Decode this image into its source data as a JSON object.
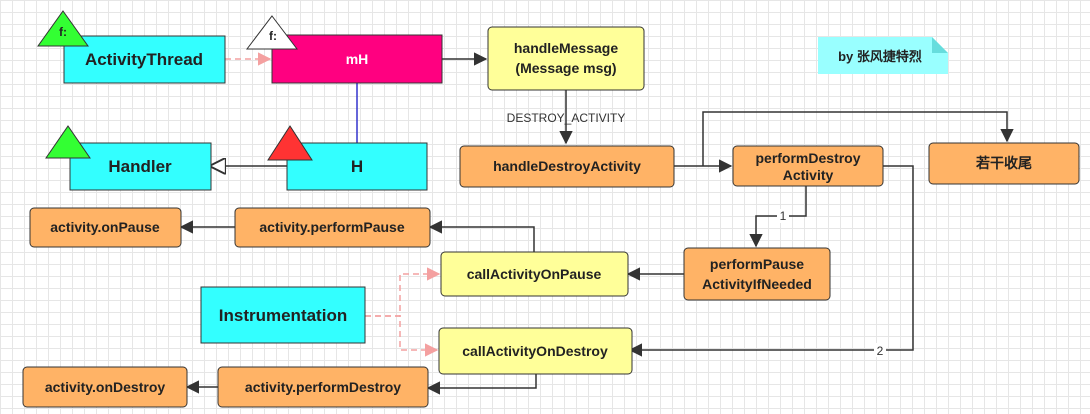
{
  "nodes": {
    "activity_thread": "ActivityThread",
    "mh": "mH",
    "handle_message_line1": "handleMessage",
    "handle_message_line2": "(Message msg)",
    "handler": "Handler",
    "h": "H",
    "handle_destroy_activity": "handleDestroyActivity",
    "perform_destroy_activity_line1": "performDestroy",
    "perform_destroy_activity_line2": "Activity",
    "cleanup": "若干收尾",
    "activity_on_pause": "activity.onPause",
    "activity_perform_pause": "activity.performPause",
    "call_activity_on_pause": "callActivityOnPause",
    "perform_pause_line1": "performPause",
    "perform_pause_line2": "ActivityIfNeeded",
    "instrumentation": "Instrumentation",
    "call_activity_on_destroy": "callActivityOnDestroy",
    "activity_on_destroy": "activity.onDestroy",
    "activity_perform_destroy": "activity.performDestroy"
  },
  "badges": {
    "activity_thread": "f:",
    "mh": "f:"
  },
  "edge_labels": {
    "destroy_activity": "DESTROY_ACTIVITY",
    "step_1": "1",
    "step_2": "2"
  },
  "note": "by 张风捷特烈",
  "colors": {
    "cyan": "#33ffff",
    "magenta": "#ff0080",
    "yellow": "#ffff99",
    "orange": "#ffb366",
    "green_triangle": "#33ff33",
    "red_triangle": "#ff3333",
    "note_bg": "#99ffff",
    "dashed_pink": "#f4a0a0",
    "blue_line": "#3333cc"
  }
}
